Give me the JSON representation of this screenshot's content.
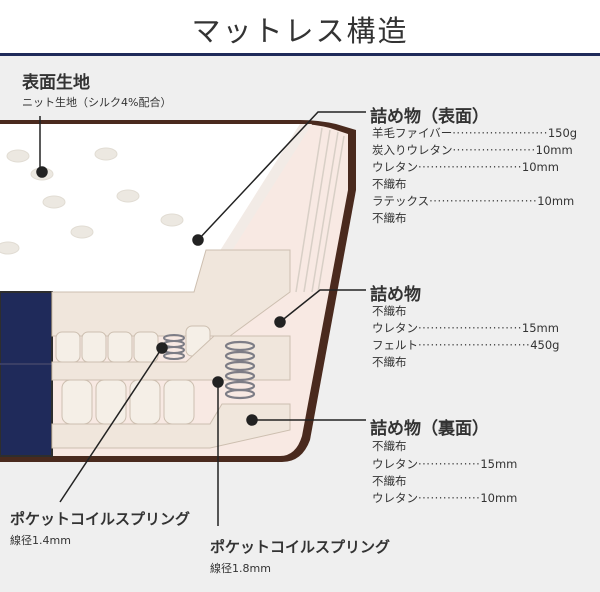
{
  "title": "マットレス構造",
  "surface": {
    "heading": "表面生地",
    "detail": "ニット生地（シルク4%配合）"
  },
  "filling_top": {
    "heading": "詰め物（表面）",
    "rows": [
      {
        "name": "羊毛ファイバー",
        "dots": "·······················",
        "value": "150g"
      },
      {
        "name": "炭入りウレタン",
        "dots": "····················",
        "value": "10mm"
      },
      {
        "name": "ウレタン",
        "dots": "·························",
        "value": "10mm"
      },
      {
        "name": "不織布",
        "dots": "",
        "value": ""
      },
      {
        "name": "ラテックス",
        "dots": "··························",
        "value": "10mm"
      },
      {
        "name": "不織布",
        "dots": "",
        "value": ""
      }
    ]
  },
  "filling_mid": {
    "heading": "詰め物",
    "rows": [
      {
        "name": "不織布",
        "dots": "",
        "value": ""
      },
      {
        "name": "ウレタン",
        "dots": "·························",
        "value": "15mm"
      },
      {
        "name": "フェルト",
        "dots": "···························",
        "value": "450g"
      },
      {
        "name": "不織布",
        "dots": "",
        "value": ""
      }
    ]
  },
  "filling_bottom": {
    "heading": "詰め物（裏面）",
    "rows": [
      {
        "name": "不織布",
        "dots": "",
        "value": ""
      },
      {
        "name": "ウレタン",
        "dots": "···············",
        "value": "15mm"
      },
      {
        "name": "不織布",
        "dots": "",
        "value": ""
      },
      {
        "name": "ウレタン",
        "dots": "···············",
        "value": "10mm"
      }
    ]
  },
  "spring_small": {
    "heading": "ポケットコイルスプリング",
    "detail": "線径1.4mm"
  },
  "spring_large": {
    "heading": "ポケットコイルスプリング",
    "detail": "線径1.8mm"
  },
  "colors": {
    "navy": "#1f2a5a",
    "brown": "#4a2a1e",
    "cream": "#f0e6dc",
    "pink": "#f9ece6",
    "line": "#222222"
  }
}
